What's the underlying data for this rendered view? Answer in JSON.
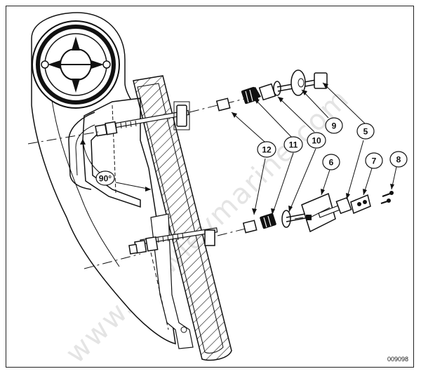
{
  "figure": {
    "id": "009098",
    "watermark": "www.crowleymarine.com",
    "angle_label": "90°"
  },
  "callouts": [
    {
      "label": "5"
    },
    {
      "label": "6"
    },
    {
      "label": "7"
    },
    {
      "label": "8"
    },
    {
      "label": "9"
    },
    {
      "label": "10"
    },
    {
      "label": "11"
    },
    {
      "label": "12"
    }
  ],
  "colors": {
    "line": "#111111",
    "fill": "#ffffff",
    "shade": "#333333",
    "watermark": "#cfcfcf"
  }
}
